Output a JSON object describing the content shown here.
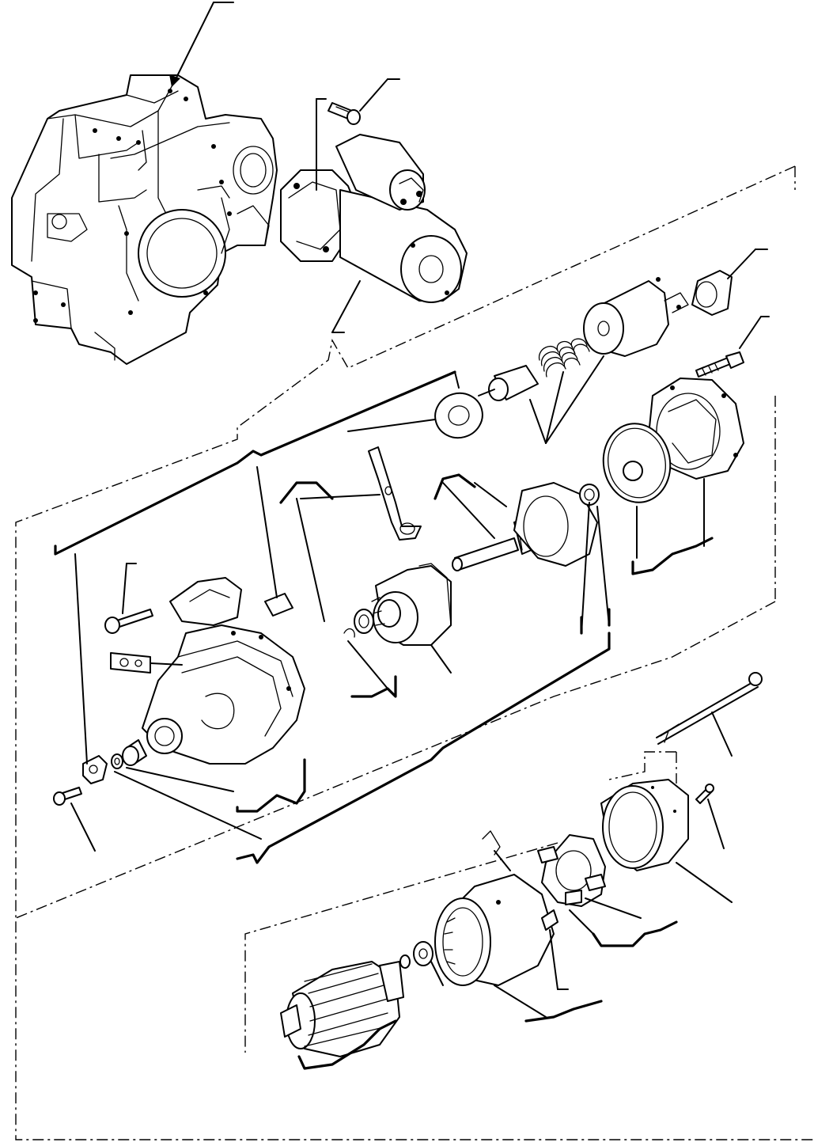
{
  "diagram": {
    "kind": "exploded-parts-view",
    "subject": "starter-motor",
    "parts": [
      {
        "id": "flywheel-housing"
      },
      {
        "id": "starter-assembly"
      },
      {
        "id": "mounting-bolt"
      },
      {
        "id": "solenoid-boot"
      },
      {
        "id": "solenoid-switch"
      },
      {
        "id": "solenoid-bolt"
      },
      {
        "id": "plunger-spring"
      },
      {
        "id": "plunger"
      },
      {
        "id": "gasket-plate"
      },
      {
        "id": "shift-lever"
      },
      {
        "id": "lever-pin"
      },
      {
        "id": "drive-housing"
      },
      {
        "id": "housing-bolt"
      },
      {
        "id": "bushing"
      },
      {
        "id": "thrust-washer"
      },
      {
        "id": "cover-plate"
      },
      {
        "id": "cover-screw"
      },
      {
        "id": "pinion-clutch"
      },
      {
        "id": "snap-ring"
      },
      {
        "id": "pinion-stop"
      },
      {
        "id": "gear-shaft"
      },
      {
        "id": "gear-washer"
      },
      {
        "id": "reduction-gear-housing"
      },
      {
        "id": "seal-plate"
      },
      {
        "id": "through-bolt"
      },
      {
        "id": "rear-cover"
      },
      {
        "id": "rear-cover-screw"
      },
      {
        "id": "brush-holder"
      },
      {
        "id": "yoke-assembly"
      },
      {
        "id": "brush-lead"
      },
      {
        "id": "armature"
      },
      {
        "id": "armature-bearing"
      }
    ]
  }
}
